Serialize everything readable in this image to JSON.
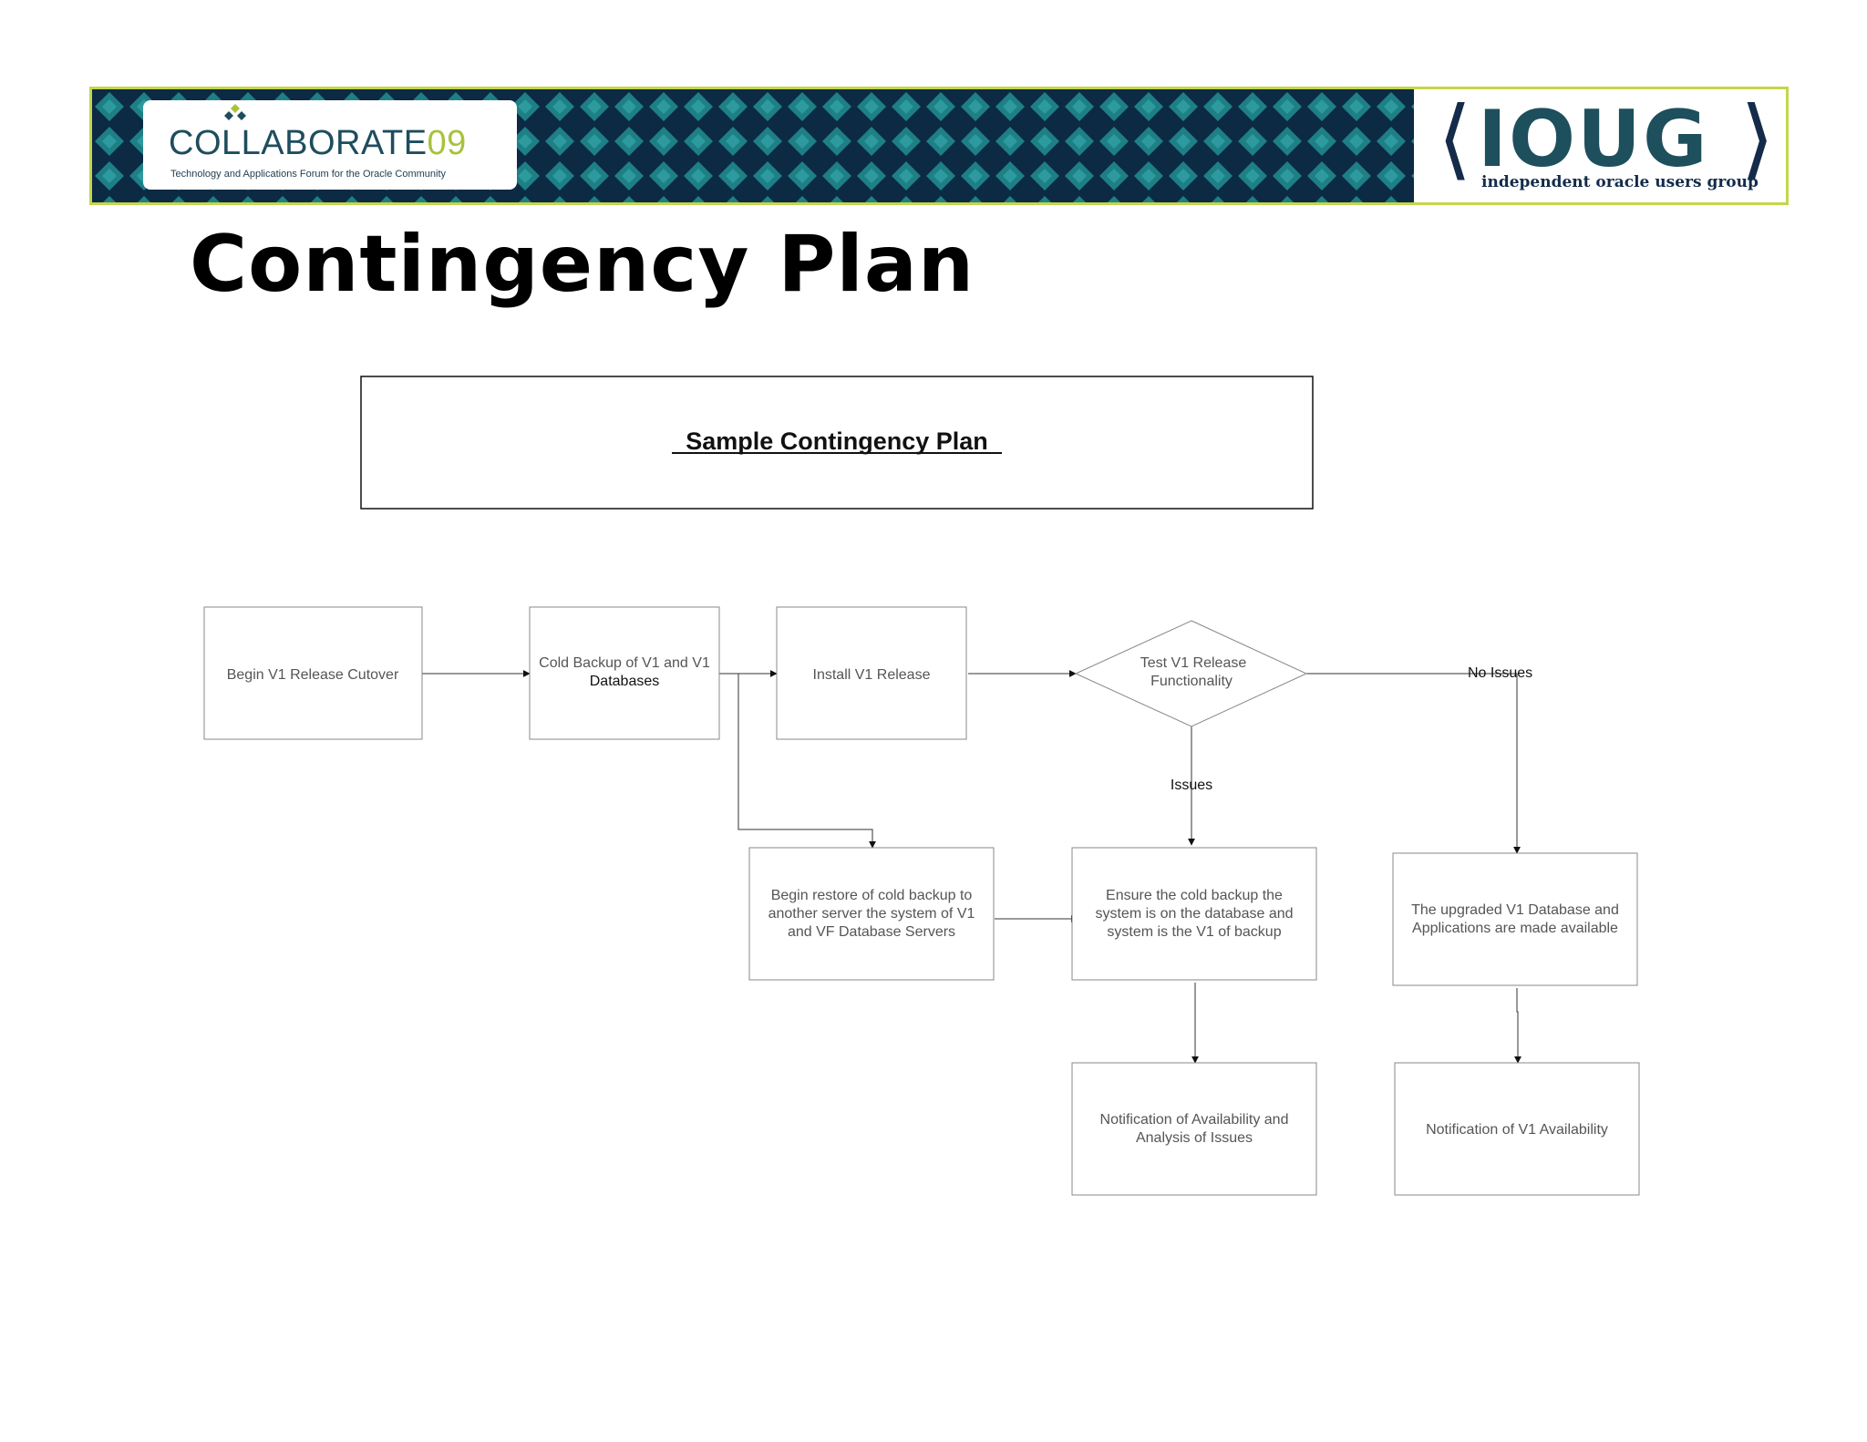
{
  "banner": {
    "left_logo": {
      "wordmark": "COLLABORATE",
      "wordmark_suffix": "09",
      "tagline": "Technology and Applications Forum for the Oracle Community"
    },
    "right_logo": {
      "bracket_open": "⟨",
      "name": "IOUG",
      "bracket_close": "⟩",
      "subtitle": "independent oracle users group"
    },
    "colors": {
      "navy": "#0c2a44",
      "teal": "#1e7f86",
      "lime": "#c4d64a"
    }
  },
  "slide": {
    "title": "Contingency Plan"
  },
  "diagram": {
    "heading": "Sample Contingency Plan",
    "nodes": {
      "begin": [
        "Begin V1 Release Cutover"
      ],
      "backup": [
        "Cold Backup of V1 and V1",
        "Databases"
      ],
      "install": [
        "Install V1 Release"
      ],
      "test": [
        "Test V1 Release",
        "Functionality"
      ],
      "restore": [
        "Begin restore of cold backup to",
        "another server the system of V1",
        "and VF Database Servers"
      ],
      "ensure": [
        "Ensure the cold backup the",
        "system is on the database and",
        "system is the V1 of backup"
      ],
      "upgraded": [
        "The upgraded V1 Database and",
        "Applications are made available"
      ],
      "notify_issues": [
        "Notification of Availability and",
        "Analysis of Issues"
      ],
      "notify_v1": [
        "Notification of V1 Availability"
      ]
    },
    "edge_labels": {
      "no_issues": "No Issues",
      "issues": "Issues"
    }
  }
}
